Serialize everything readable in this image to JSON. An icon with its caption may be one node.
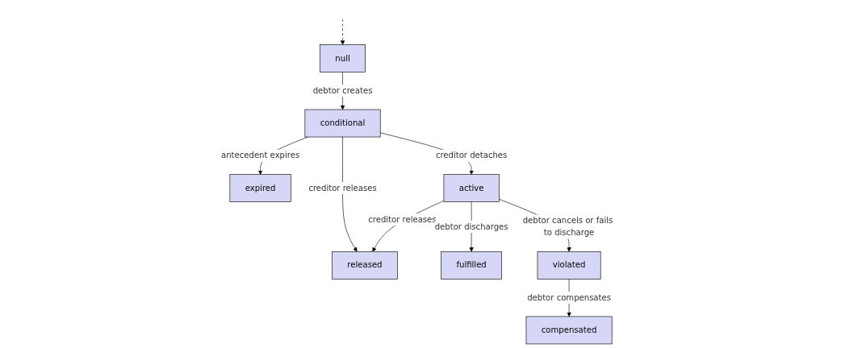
{
  "diagram": {
    "nodes": [
      {
        "text": [
          "null"
        ]
      },
      {
        "text": [
          "released"
        ]
      },
      {
        "text": [
          "conditional"
        ]
      },
      {
        "text": [
          "expired"
        ]
      },
      {
        "text": [
          "fulfilled"
        ]
      },
      {
        "text": [
          "active"
        ]
      },
      {
        "text": [
          "violated"
        ]
      },
      {
        "text": [
          "compensated"
        ]
      }
    ],
    "edges": [
      {
        "from": null,
        "to": 0,
        "arrow": "to",
        "style": "dashed"
      },
      {
        "from": 0,
        "to": 2,
        "arrow": "to",
        "label": "debtor creates"
      },
      {
        "from": 2,
        "to": 1,
        "arrow": "to",
        "label": "creditor releases"
      },
      {
        "from": 2,
        "to": 3,
        "arrow": "to",
        "label": "antecedent expires"
      },
      {
        "from": 5,
        "to": 1,
        "arrow": "to",
        "label": "creditor releases"
      },
      {
        "from": 2,
        "to": 5,
        "arrow": "to",
        "label": "creditor detaches"
      },
      {
        "from": 5,
        "to": 4,
        "arrow": "to",
        "label": "debtor discharges"
      },
      {
        "from": 5,
        "to": 6,
        "arrow": "to",
        "label": "debtor cancels or fails to discharge"
      },
      {
        "from": 6,
        "to": 7,
        "arrow": "to",
        "label": "debtor compensates"
      }
    ]
  }
}
